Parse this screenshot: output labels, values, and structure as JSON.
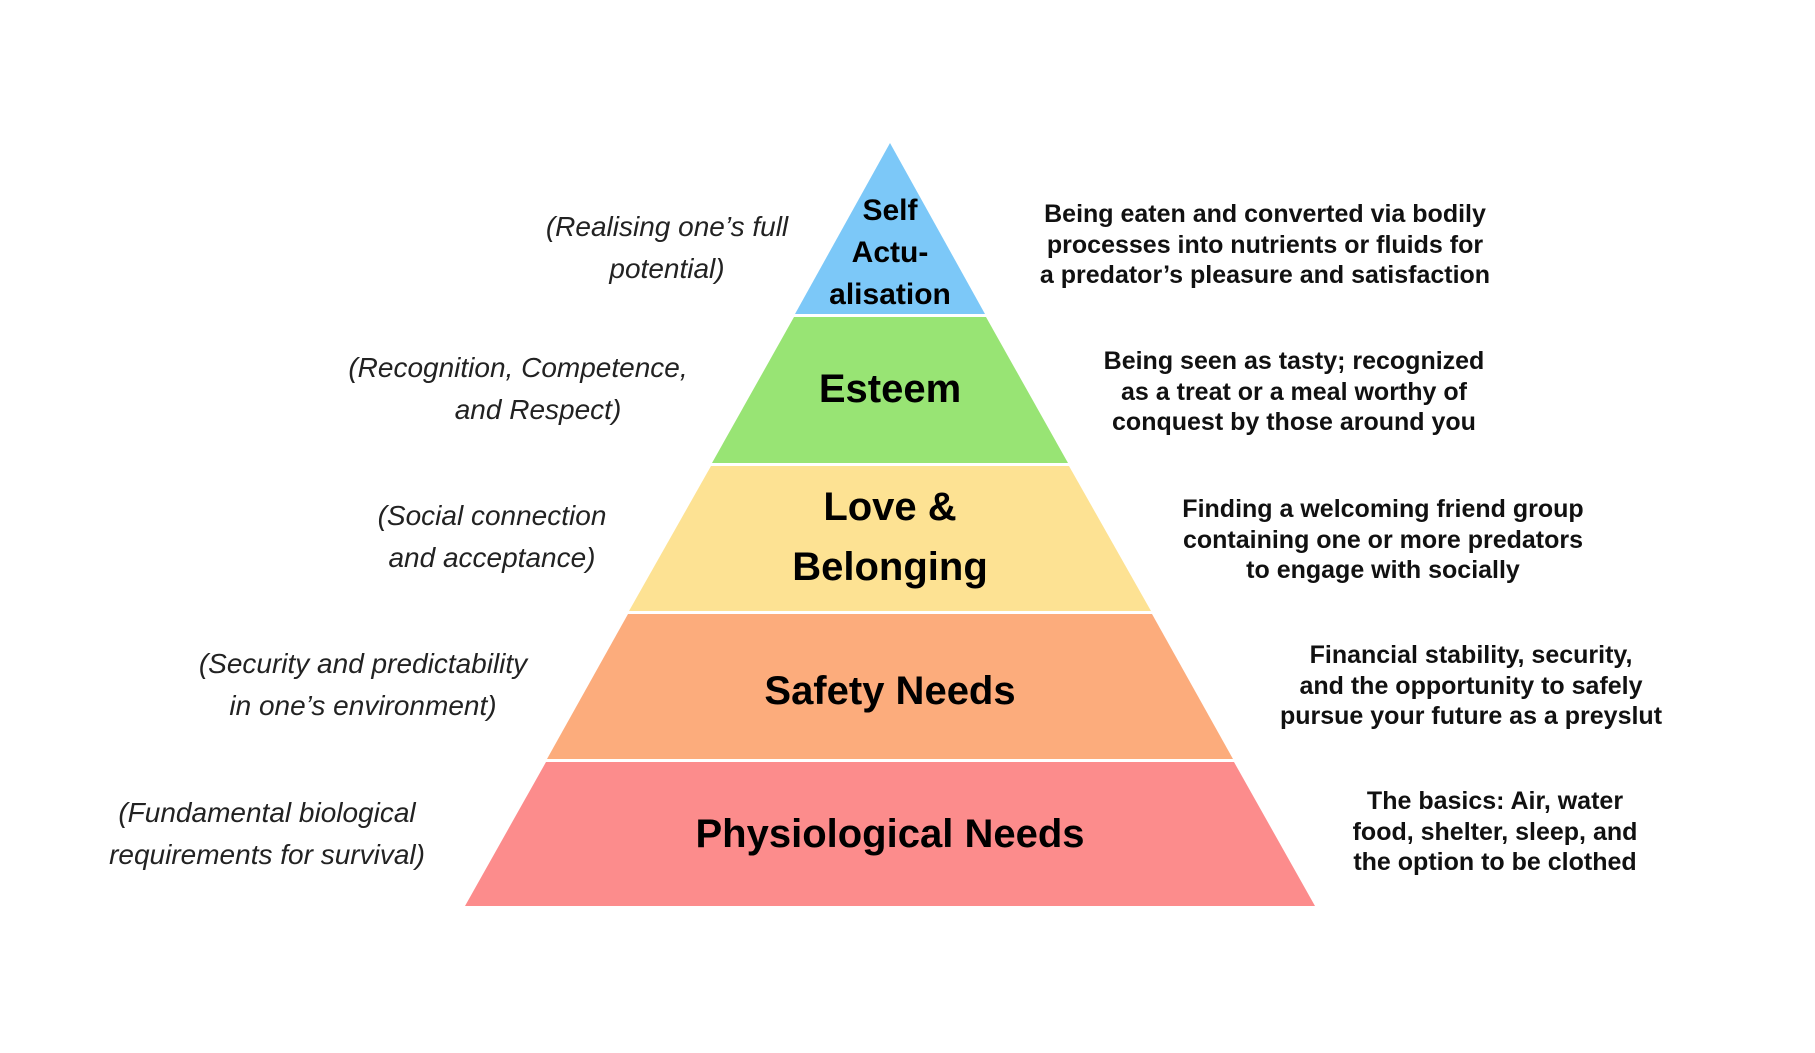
{
  "levels": [
    {
      "name": [
        "Self",
        "Actu-",
        "alisation"
      ],
      "description": [
        "(Realising one’s full",
        "potential)"
      ],
      "example": [
        "Being eaten and converted via bodily",
        "processes into nutrients or fluids for",
        "a predator’s pleasure and satisfaction"
      ],
      "color": "#7cc8f8"
    },
    {
      "name": [
        "Esteem"
      ],
      "description": [
        "(Recognition, Competence,",
        "and Respect)"
      ],
      "example": [
        "Being seen as tasty; recognized",
        "as a treat or a meal worthy of",
        "conquest by those around you"
      ],
      "color": "#98e474"
    },
    {
      "name": [
        "Love &",
        "Belonging"
      ],
      "description": [
        "(Social connection",
        "and acceptance)"
      ],
      "example": [
        "Finding a welcoming friend group",
        "containing one or more predators",
        "to engage with socially"
      ],
      "color": "#fde293"
    },
    {
      "name": [
        "Safety Needs"
      ],
      "description": [
        "(Security and predictability",
        "in one’s environment)"
      ],
      "example": [
        "Financial stability, security,",
        "and the opportunity to safely",
        "pursue your future as a preyslut"
      ],
      "color": "#fcac7c"
    },
    {
      "name": [
        "Physiological Needs"
      ],
      "description": [
        "(Fundamental biological",
        "requirements for survival)"
      ],
      "example": [
        "The basics:  Air, water",
        "food, shelter, sleep, and",
        "the option to be clothed"
      ],
      "color": "#fc8c8c"
    }
  ]
}
